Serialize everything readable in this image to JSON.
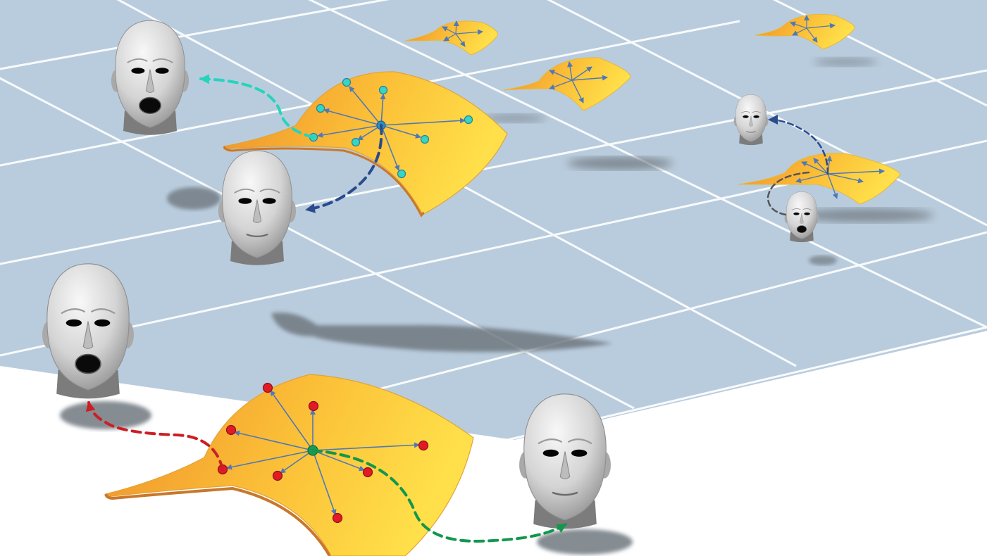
{
  "scene": {
    "colors": {
      "floor": "#b9ccdd",
      "grid_line": "#ffffff",
      "background": "#ffffff",
      "manifold_light": "#ffe04a",
      "manifold_dark": "#ef8f2a",
      "manifold_edge": "#c9782a",
      "shadow": "#6f7880",
      "arrow_tangent": "#4e78b8",
      "point_cyan": "#35d6c2",
      "point_red": "#e21b23",
      "point_green": "#1b9a55",
      "path_cyan": "#26d4bc",
      "path_navy": "#2a4b8c",
      "path_red": "#cc1f24",
      "path_green": "#13974d",
      "path_gray": "#555555",
      "face_light": "#f2f2f2",
      "face_dark": "#8a8a8a",
      "mouth": "#0a0a0a"
    },
    "faces": [
      {
        "name": "face-open-mouth-top-left",
        "expression": "open"
      },
      {
        "name": "face-neutral-middle",
        "expression": "neutral"
      },
      {
        "name": "face-open-mouth-left",
        "expression": "open"
      },
      {
        "name": "face-neutral-bottom-right",
        "expression": "neutral"
      },
      {
        "name": "face-neutral-small-right",
        "expression": "neutral"
      },
      {
        "name": "face-open-mouth-small-right",
        "expression": "open"
      }
    ],
    "manifolds": [
      {
        "name": "manifold-patch-front",
        "level": "front"
      },
      {
        "name": "manifold-patch-middle",
        "level": "middle"
      },
      {
        "name": "manifold-patch-right",
        "level": "right"
      },
      {
        "name": "manifold-patch-far-1",
        "level": "far"
      },
      {
        "name": "manifold-patch-far-2",
        "level": "far"
      },
      {
        "name": "manifold-patch-far-3",
        "level": "far"
      }
    ]
  }
}
